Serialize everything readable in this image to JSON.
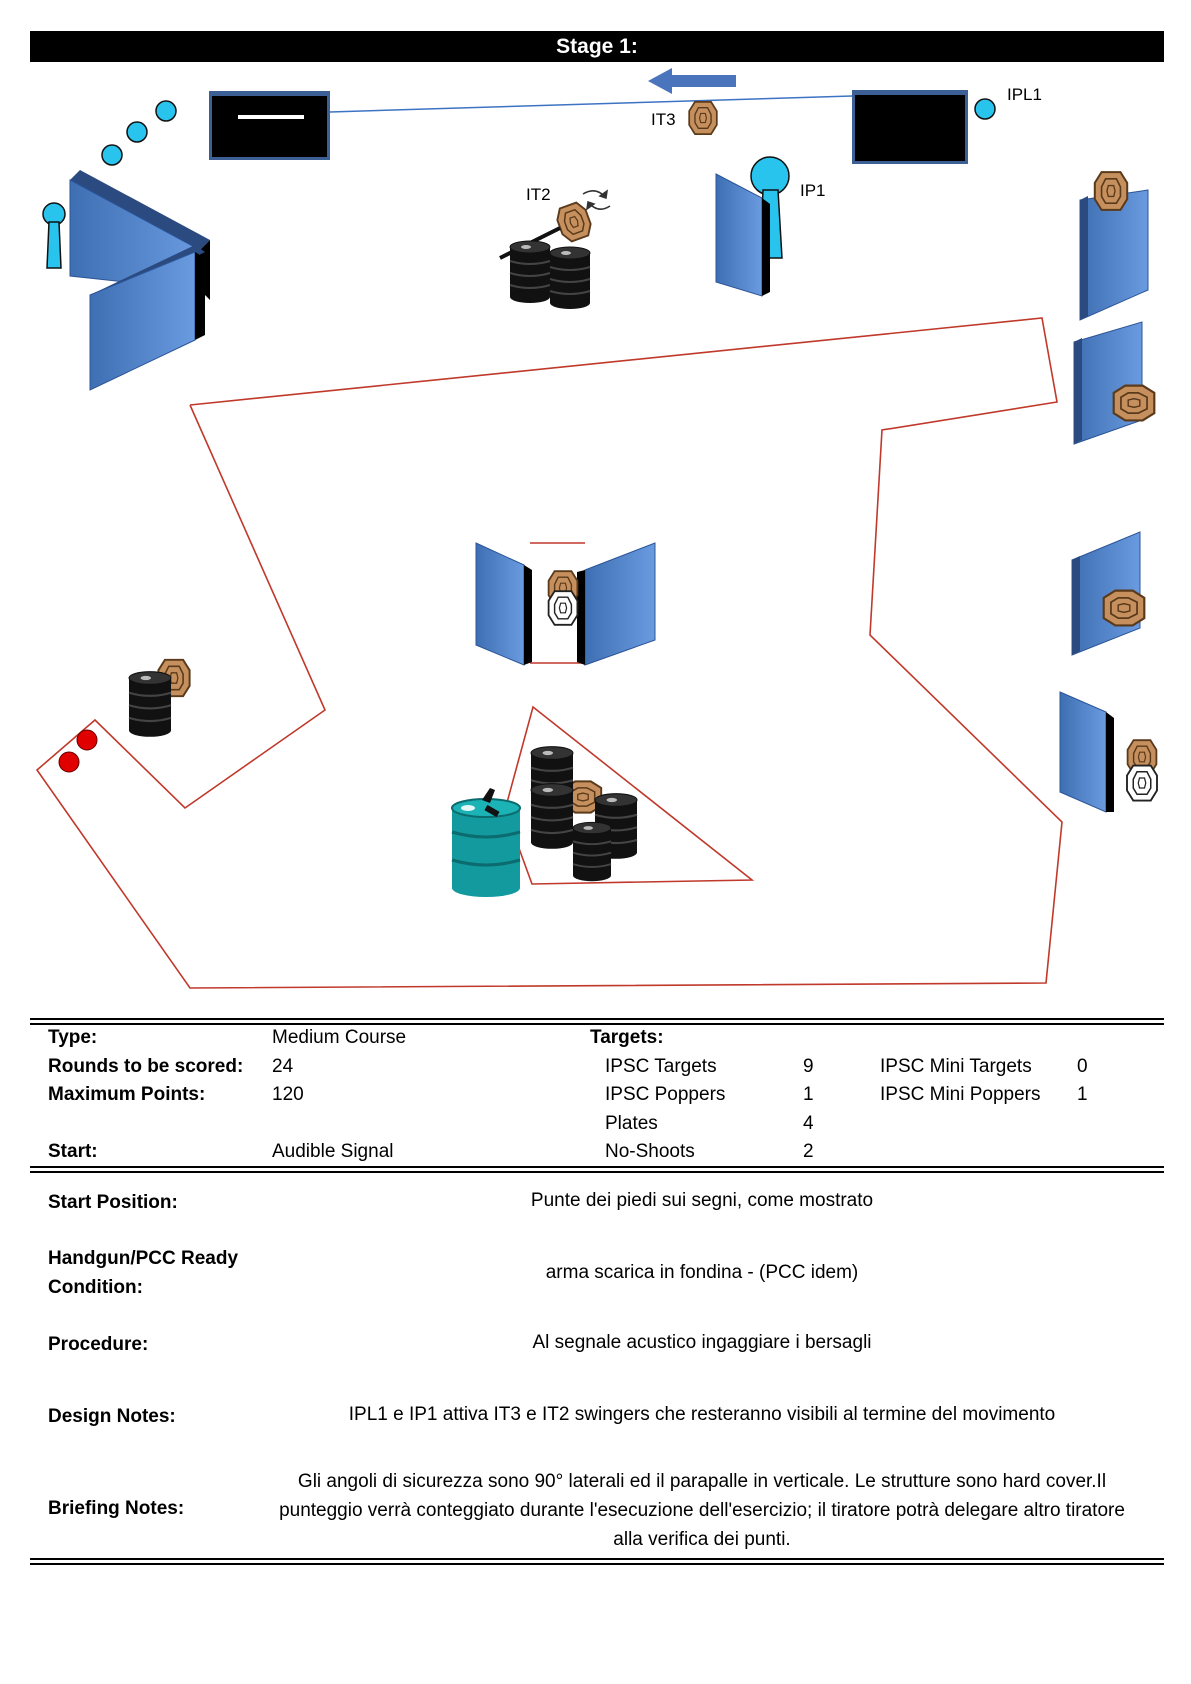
{
  "title": "Stage 1:",
  "diagram_labels": {
    "ipl1": "IPL1",
    "it3": "IT3",
    "it2": "IT2",
    "ip1": "IP1"
  },
  "icons": [
    "arrow-left-icon",
    "rotate-arrows-icon",
    "ipsc-target-icon",
    "no-shoot-icon",
    "barrel-icon",
    "wall-icon",
    "window-port-icon",
    "plate-icon",
    "popper-icon",
    "start-mark-icon",
    "gun-icon"
  ],
  "colors": {
    "wall": "#4a7cc0",
    "plate": "#29c4ee",
    "target": "#c6905e",
    "fault_line": "#c0392b",
    "barrel_teal": "#129a9e",
    "start_mark": "#e00000",
    "arrow": "#4a74bc"
  },
  "info": {
    "type_label": "Type:",
    "type_value": "Medium Course",
    "rounds_label": "Rounds to be scored:",
    "rounds_value": "24",
    "max_points_label": "Maximum Points:",
    "max_points_value": "120",
    "start_label": "Start:",
    "start_value": "Audible Signal",
    "targets_label": "Targets:",
    "targets": [
      {
        "name": "IPSC Targets",
        "count": "9"
      },
      {
        "name": "IPSC Poppers",
        "count": "1"
      },
      {
        "name": "Plates",
        "count": "4"
      },
      {
        "name": "No-Shoots",
        "count": "2"
      }
    ],
    "mini_targets": [
      {
        "name": "IPSC Mini Targets",
        "count": "0"
      },
      {
        "name": "IPSC Mini Poppers",
        "count": "1"
      }
    ]
  },
  "briefing": {
    "start_position_label": "Start Position:",
    "start_position_value": "Punte dei piedi sui segni, come mostrato",
    "ready_condition_label_line1": "Handgun/PCC Ready",
    "ready_condition_label_line2": "Condition:",
    "ready_condition_value": "arma scarica in fondina - (PCC idem)",
    "procedure_label": "Procedure:",
    "procedure_value": "Al segnale acustico ingaggiare i bersagli",
    "design_notes_label": "Design Notes:",
    "design_notes_value": "IPL1 e IP1 attiva IT3 e IT2 swingers che resteranno visibili al termine del movimento",
    "briefing_notes_label": "Briefing Notes:",
    "briefing_notes_value": "Gli angoli di sicurezza sono 90° laterali ed il parapalle in verticale. Le strutture sono hard cover.Il punteggio verrà conteggiato durante l'esecuzione dell'esercizio; il tiratore potrà delegare altro tiratore alla verifica  dei punti."
  }
}
